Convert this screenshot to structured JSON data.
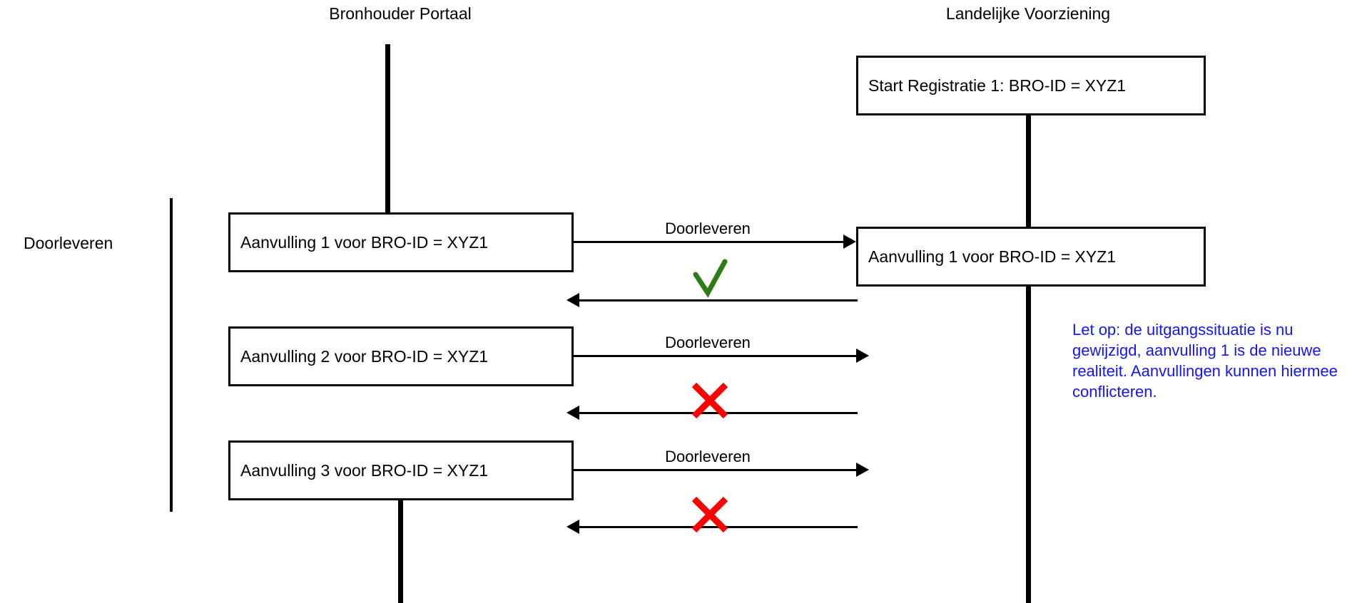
{
  "diagram": {
    "title_left": "Bronhouder Portaal",
    "title_right": "Landelijke Voorziening",
    "group_label": "Doorleveren",
    "lanes": [
      {
        "name": "bronhouder-portaal",
        "label": "Bronhouder Portaal"
      },
      {
        "name": "landelijke-voorziening",
        "label": "Landelijke Voorziening"
      }
    ],
    "boxes": {
      "start_registratie": "Start Registratie 1: BRO-ID = XYZ1",
      "aanvulling_1_left": "Aanvulling 1 voor BRO-ID = XYZ1",
      "aanvulling_1_right": "Aanvulling 1 voor BRO-ID = XYZ1",
      "aanvulling_2_left": "Aanvulling 2 voor BRO-ID = XYZ1",
      "aanvulling_3_left": "Aanvulling 3 voor BRO-ID = XYZ1"
    },
    "messages": [
      {
        "name": "doorleveren-1",
        "label": "Doorleveren",
        "direction": "right",
        "result": "accepted"
      },
      {
        "name": "response-1",
        "label": "",
        "direction": "left",
        "result": "accepted"
      },
      {
        "name": "doorleveren-2",
        "label": "Doorleveren",
        "direction": "right",
        "result": "rejected"
      },
      {
        "name": "response-2",
        "label": "",
        "direction": "left",
        "result": "rejected"
      },
      {
        "name": "doorleveren-3",
        "label": "Doorleveren",
        "direction": "right",
        "result": "rejected"
      },
      {
        "name": "response-3",
        "label": "",
        "direction": "left",
        "result": "rejected"
      }
    ],
    "arrow_labels": {
      "first": "Doorleveren",
      "second": "Doorleveren",
      "third": "Doorleveren"
    },
    "note": "Let op: de uitgangssituatie is nu gewijzigd, aanvulling 1 is de nieuwe realiteit. Aanvullingen kunnen hiermee conflicteren.",
    "marks": [
      {
        "name": "check-mark-1",
        "kind": "check"
      },
      {
        "name": "cross-mark-2",
        "kind": "cross"
      },
      {
        "name": "cross-mark-3",
        "kind": "cross"
      }
    ],
    "colors": {
      "line": "#000000",
      "check": "#2d7d14",
      "cross": "#ff0000",
      "note": "#1414ff",
      "background": "#ffffff"
    }
  }
}
